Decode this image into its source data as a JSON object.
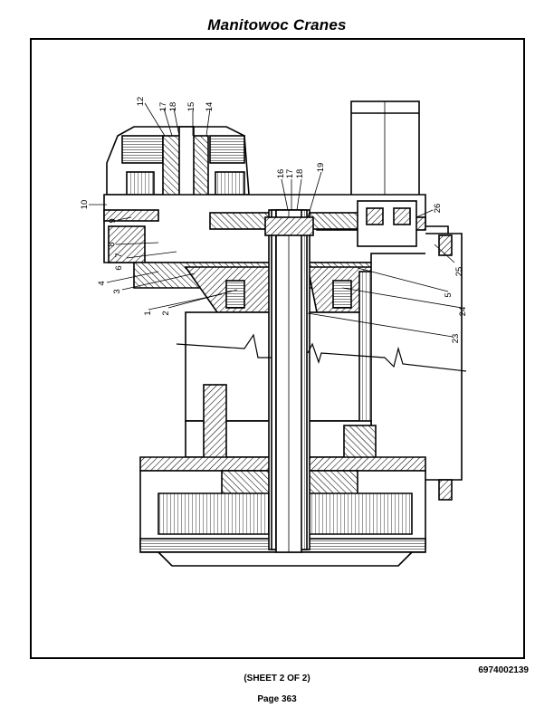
{
  "header": {
    "title": "Manitowoc Cranes"
  },
  "drawing": {
    "callouts": [
      "12",
      "17",
      "18",
      "15",
      "14",
      "10",
      "9",
      "8",
      "7",
      "6",
      "4",
      "3",
      "2",
      "1",
      "16",
      "17",
      "18",
      "19",
      "26",
      "25",
      "5",
      "24",
      "23"
    ]
  },
  "footer": {
    "doc_number": "6974002139",
    "sheet": "(SHEET 2 OF 2)",
    "page": "Page 363"
  }
}
